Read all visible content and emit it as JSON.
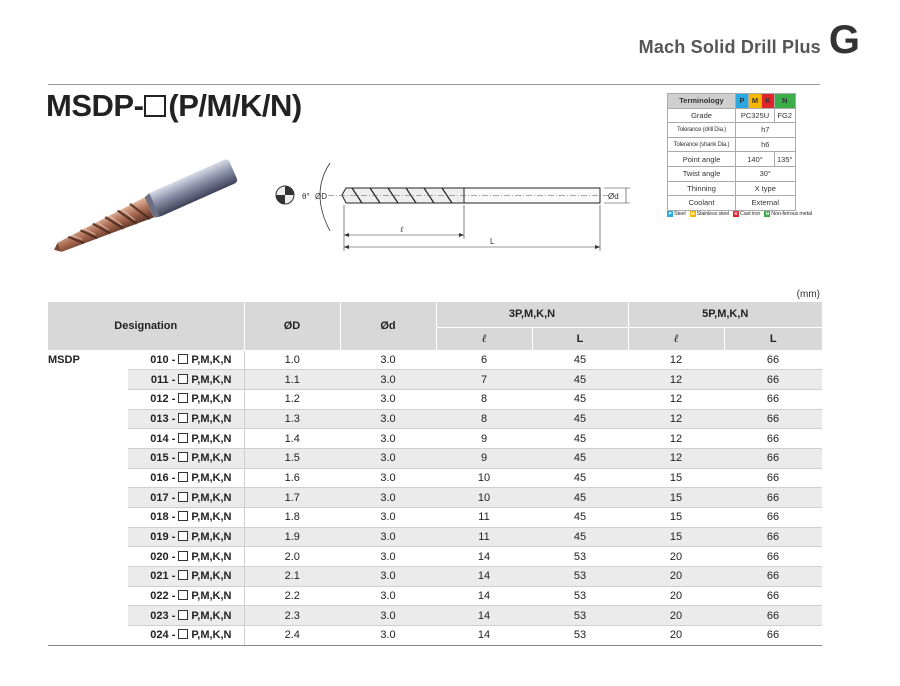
{
  "header": {
    "title": "Mach Solid Drill Plus",
    "letter": "G"
  },
  "product": {
    "title_prefix": "MSDP-",
    "title_suffix": "(P/M/K/N)"
  },
  "drawing": {
    "theta": "θ°",
    "od_label": "ØD",
    "d_label": "Ød",
    "l_label": "ℓ",
    "L_label": "L"
  },
  "spec": {
    "terminology": "Terminology",
    "codes": [
      {
        "code": "P",
        "color": "#29a9e0"
      },
      {
        "code": "M",
        "color": "#f5b700"
      },
      {
        "code": "K",
        "color": "#e0262a"
      },
      {
        "code": "N",
        "color": "#3bae49"
      }
    ],
    "rows": [
      {
        "label": "Grade",
        "values": [
          "PC325U",
          "FG2"
        ]
      },
      {
        "label": "Tolerance (drill Dia.)",
        "values": [
          "h7"
        ]
      },
      {
        "label": "Tolerance (shank Dia.)",
        "values": [
          "h6"
        ]
      },
      {
        "label": "Point angle",
        "values": [
          "140°",
          "135°"
        ]
      },
      {
        "label": "Twist angle",
        "values": [
          "30°"
        ]
      },
      {
        "label": "Thinning",
        "values": [
          "X type"
        ]
      },
      {
        "label": "Coolant",
        "values": [
          "External"
        ]
      }
    ],
    "legend": [
      {
        "code": "P",
        "label": "Steel",
        "color": "#29a9e0"
      },
      {
        "code": "M",
        "label": "Stainless steel",
        "color": "#f5b700"
      },
      {
        "code": "K",
        "label": "Cast iron",
        "color": "#e0262a"
      },
      {
        "code": "N",
        "label": "Non-ferrous metal",
        "color": "#3bae49"
      }
    ]
  },
  "table": {
    "unit": "(mm)",
    "headers": {
      "designation": "Designation",
      "od": "ØD",
      "d": "Ød",
      "group1": "3P,M,K,N",
      "group2": "5P,M,K,N",
      "l": "ℓ",
      "L": "L"
    },
    "series": "MSDP",
    "suffix": "P,M,K,N",
    "rows": [
      {
        "code": "010 -",
        "od": "1.0",
        "d": "3.0",
        "l3": "6",
        "L3": "45",
        "l5": "12",
        "L5": "66"
      },
      {
        "code": "011 -",
        "od": "1.1",
        "d": "3.0",
        "l3": "7",
        "L3": "45",
        "l5": "12",
        "L5": "66"
      },
      {
        "code": "012 -",
        "od": "1.2",
        "d": "3.0",
        "l3": "8",
        "L3": "45",
        "l5": "12",
        "L5": "66"
      },
      {
        "code": "013 -",
        "od": "1.3",
        "d": "3.0",
        "l3": "8",
        "L3": "45",
        "l5": "12",
        "L5": "66"
      },
      {
        "code": "014 -",
        "od": "1.4",
        "d": "3.0",
        "l3": "9",
        "L3": "45",
        "l5": "12",
        "L5": "66"
      },
      {
        "code": "015 -",
        "od": "1.5",
        "d": "3.0",
        "l3": "9",
        "L3": "45",
        "l5": "12",
        "L5": "66"
      },
      {
        "code": "016 -",
        "od": "1.6",
        "d": "3.0",
        "l3": "10",
        "L3": "45",
        "l5": "15",
        "L5": "66"
      },
      {
        "code": "017 -",
        "od": "1.7",
        "d": "3.0",
        "l3": "10",
        "L3": "45",
        "l5": "15",
        "L5": "66"
      },
      {
        "code": "018 -",
        "od": "1.8",
        "d": "3.0",
        "l3": "11",
        "L3": "45",
        "l5": "15",
        "L5": "66"
      },
      {
        "code": "019 -",
        "od": "1.9",
        "d": "3.0",
        "l3": "11",
        "L3": "45",
        "l5": "15",
        "L5": "66"
      },
      {
        "code": "020 -",
        "od": "2.0",
        "d": "3.0",
        "l3": "14",
        "L3": "53",
        "l5": "20",
        "L5": "66"
      },
      {
        "code": "021 -",
        "od": "2.1",
        "d": "3.0",
        "l3": "14",
        "L3": "53",
        "l5": "20",
        "L5": "66"
      },
      {
        "code": "022 -",
        "od": "2.2",
        "d": "3.0",
        "l3": "14",
        "L3": "53",
        "l5": "20",
        "L5": "66"
      },
      {
        "code": "023 -",
        "od": "2.3",
        "d": "3.0",
        "l3": "14",
        "L3": "53",
        "l5": "20",
        "L5": "66"
      },
      {
        "code": "024 -",
        "od": "2.4",
        "d": "3.0",
        "l3": "14",
        "L3": "53",
        "l5": "20",
        "L5": "66"
      }
    ]
  }
}
